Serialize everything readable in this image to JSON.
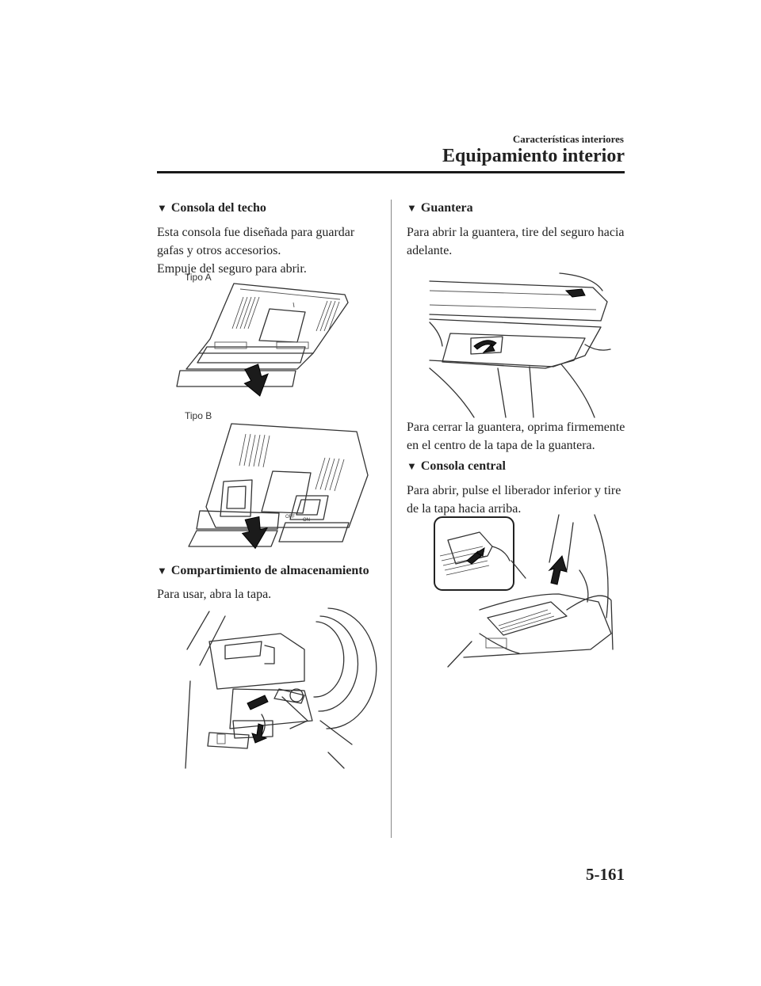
{
  "header": {
    "section_subtitle": "Características interiores",
    "section_title": "Equipamiento interior"
  },
  "left_column": {
    "overhead_console": {
      "heading": "Consola del techo",
      "lines": [
        "Esta consola fue diseñada para guardar",
        "gafas y otros accesorios.",
        "Empuje del seguro para abrir."
      ],
      "figure_a_label": "Tipo A",
      "figure_b_label": "Tipo B",
      "switch_labels": {
        "off": "OFF",
        "on": "ON"
      }
    },
    "storage_compartment": {
      "heading": "Compartimiento de almacenamiento",
      "text": "Para usar, abra la tapa."
    }
  },
  "right_column": {
    "glove_box": {
      "heading": "Guantera",
      "open_lines": [
        "Para abrir la guantera, tire del seguro hacia",
        "adelante."
      ],
      "close_lines": [
        "Para cerrar la guantera, oprima firmemente",
        "en el centro de la tapa de la guantera."
      ]
    },
    "center_console": {
      "heading": "Consola central",
      "lines": [
        "Para abrir, pulse el liberador inferior y tire",
        "de la tapa hacia arriba."
      ]
    }
  },
  "heading_marker": "▼",
  "page_number": "5-161"
}
